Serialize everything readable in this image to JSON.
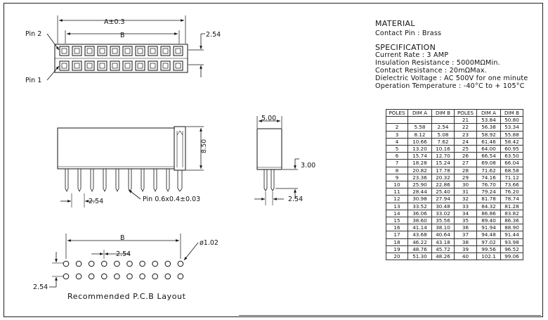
{
  "drawing": {
    "labels": {
      "pin2": "Pin 2",
      "pin1": "Pin 1",
      "dim_a": "A±0.3",
      "dim_b": "B",
      "pitch": "2.54",
      "width": "5.00",
      "height": "8.50",
      "tail": "3.00",
      "pin_size": "Pin 0.6x0.4±0.03",
      "side_pitch": "2.54",
      "front_pitch": "2.54",
      "pcb_b": "B",
      "pcb_pitch": "2.54",
      "pcb_hole": "ø1.02",
      "pcb_row_pitch": "2.54",
      "pcb_caption": "Recommended P.C.B Layout"
    }
  },
  "spec": {
    "material_title": "MATERIAL",
    "contact_pin": "Contact Pin : Brass",
    "spec_title": "SPECIFICATION",
    "lines": [
      "Current Rate : 3 AMP",
      "Insulation Resistance : 5000MΩMin.",
      "Contact Resistance : 20mΩMax.",
      "Dielectric Voltage : AC 500V for one minute",
      "Operation Temperature : -40°C to + 105°C"
    ]
  },
  "table": {
    "headers": [
      "POLES",
      "DIM A",
      "DIM B",
      "POLES",
      "DIM A",
      "DIM B"
    ],
    "rows": [
      [
        "",
        "",
        "",
        "21",
        "53.84",
        "50.80"
      ],
      [
        "2",
        "5.58",
        "2.54",
        "22",
        "56.38",
        "53.34"
      ],
      [
        "3",
        "8.12",
        "5.08",
        "23",
        "58.92",
        "55.88"
      ],
      [
        "4",
        "10.66",
        "7.62",
        "24",
        "61.46",
        "58.42"
      ],
      [
        "5",
        "13.20",
        "10.16",
        "25",
        "64.00",
        "60.95"
      ],
      [
        "6",
        "15.74",
        "12.70",
        "26",
        "66.54",
        "63.50"
      ],
      [
        "7",
        "18.28",
        "15.24",
        "27",
        "69.08",
        "66.04"
      ],
      [
        "8",
        "20.82",
        "17.78",
        "28",
        "71.62",
        "68.58"
      ],
      [
        "9",
        "23.36",
        "20.32",
        "29",
        "74.16",
        "71.12"
      ],
      [
        "10",
        "25.90",
        "22.86",
        "30",
        "76.70",
        "73.66"
      ],
      [
        "11",
        "28.44",
        "25.40",
        "31",
        "79.24",
        "76.20"
      ],
      [
        "12",
        "30.98",
        "27.94",
        "32",
        "81.78",
        "78.74"
      ],
      [
        "13",
        "33.52",
        "30.48",
        "33",
        "84.32",
        "81.28"
      ],
      [
        "14",
        "36.06",
        "33.02",
        "34",
        "86.86",
        "83.82"
      ],
      [
        "15",
        "38.60",
        "35.56",
        "35",
        "89.40",
        "86.36"
      ],
      [
        "16",
        "41.14",
        "38.10",
        "36",
        "91.94",
        "88.90"
      ],
      [
        "17",
        "43.68",
        "40.64",
        "37",
        "94.48",
        "91.44"
      ],
      [
        "18",
        "46.22",
        "43.18",
        "38",
        "97.02",
        "93.98"
      ],
      [
        "19",
        "48.76",
        "45.72",
        "39",
        "99.56",
        "96.52"
      ],
      [
        "20",
        "51.30",
        "48.26",
        "40",
        "102.1",
        "99.06"
      ]
    ]
  }
}
